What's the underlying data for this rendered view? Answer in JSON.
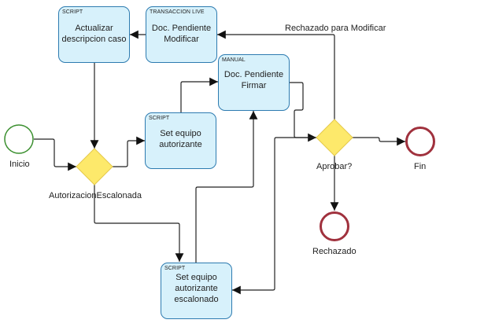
{
  "diagram": {
    "tasks": {
      "actualizar": {
        "kind": "SCRIPT",
        "name_lines": [
          "Actualizar",
          "descripcion caso"
        ]
      },
      "modificar": {
        "kind": "TRANSACCION LIVE",
        "name_lines": [
          "Doc. Pendiente",
          "Modificar"
        ]
      },
      "firmar": {
        "kind": "MANUAL",
        "name_lines": [
          "Doc. Pendiente",
          "Firmar"
        ]
      },
      "set_equipo": {
        "kind": "SCRIPT",
        "name_lines": [
          "Set equipo",
          "autorizante"
        ]
      },
      "set_escalonado": {
        "kind": "SCRIPT",
        "name_lines": [
          "Set equipo",
          "autorizante",
          "escalonado"
        ]
      }
    },
    "events": {
      "start": {
        "label": "Inicio"
      },
      "end_fin": {
        "label": "Fin"
      },
      "end_rechazado": {
        "label": "Rechazado"
      }
    },
    "gateways": {
      "autorizacion": {
        "label": "AutorizacionEscalonada"
      },
      "aprobar": {
        "label": "Aprobar?"
      }
    },
    "flows": {
      "rechazado_modificar": {
        "label": "Rechazado para Modificar"
      }
    },
    "colors": {
      "task_fill": "#d7f1fb",
      "task_border": "#2d7bb0",
      "start_event": "#3a8f2e",
      "end_event": "#a0313d",
      "gateway_fill": "#fde96b",
      "gateway_border": "#e5c94a",
      "edge": "#222222"
    }
  }
}
